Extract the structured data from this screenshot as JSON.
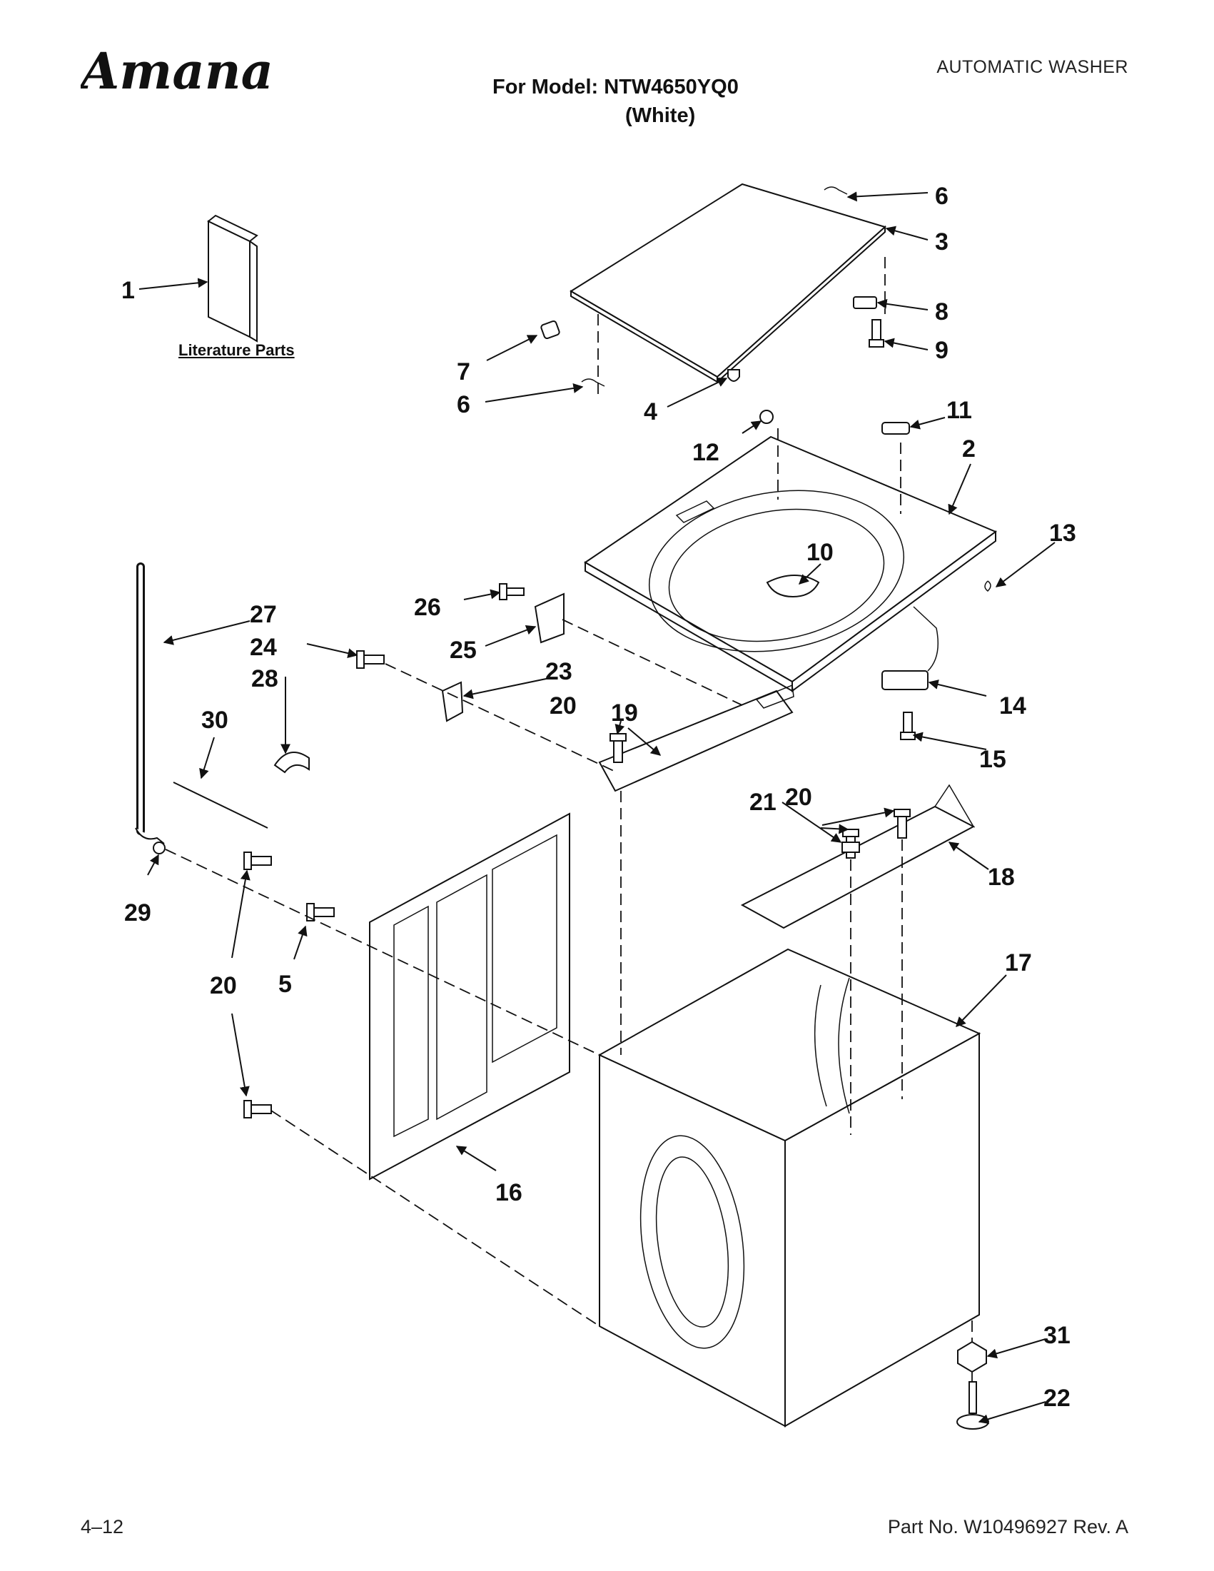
{
  "header": {
    "brand": "Amana",
    "doc_type": "AUTOMATIC WASHER",
    "model_line": "For Model: NTW4650YQ0",
    "model_color": "(White)"
  },
  "literature_label": "Literature Parts",
  "footer": {
    "page": "4–12",
    "part_number": "Part No. W10496927 Rev. A"
  },
  "callouts": [
    "1",
    "2",
    "3",
    "4",
    "5",
    "6",
    "6",
    "7",
    "8",
    "9",
    "10",
    "11",
    "12",
    "13",
    "14",
    "15",
    "16",
    "17",
    "18",
    "19",
    "20",
    "20",
    "20",
    "21",
    "22",
    "23",
    "24",
    "25",
    "26",
    "27",
    "28",
    "29",
    "30",
    "31"
  ]
}
